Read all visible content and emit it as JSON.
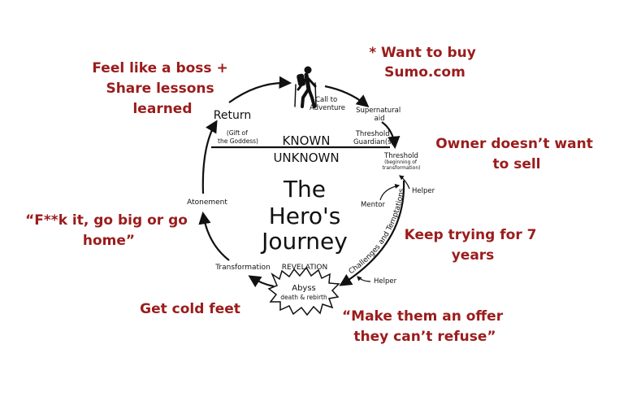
{
  "diagram": {
    "title_lines": [
      "The",
      "Hero's",
      "Journey"
    ],
    "known_label": "KNOWN",
    "unknown_label": "UNKNOWN",
    "stages": {
      "call_to_adventure": [
        "Call to",
        "Adventure"
      ],
      "supernatural_aid": [
        "Supernatural",
        "aid"
      ],
      "threshold_guardians": [
        "Threshold",
        "Guardian(s)"
      ],
      "threshold": "Threshold",
      "threshold_sub": [
        "(beginning of",
        "transformation)"
      ],
      "helper_upper": "Helper",
      "mentor": "Mentor",
      "challenges": "Challenges and Temptations",
      "helper_lower": "Helper",
      "revelation": "REVELATION",
      "abyss": "Abyss",
      "abyss_sub": "death & rebirth",
      "transformation": "Transformation",
      "atonement": "Atonement",
      "return": "Return",
      "gift": [
        "(Gift of",
        "the Goddess)"
      ]
    }
  },
  "annotations": {
    "want_to_buy": [
      "* Want to buy",
      "Sumo.com"
    ],
    "owner": [
      "Owner doesn’t want",
      "to sell"
    ],
    "keep_trying": [
      "Keep trying for 7",
      "years"
    ],
    "offer": [
      "“Make them an offer",
      "they can’t refuse”"
    ],
    "cold_feet": [
      "Get cold feet"
    ],
    "go_big": [
      "“F**k it, go big or go",
      "home”"
    ],
    "boss": [
      "Feel like a boss +",
      "Share lessons",
      "learned"
    ]
  },
  "colors": {
    "annotation": "#9b1c1c",
    "ink": "#111111"
  },
  "icons": {
    "hiker": "hiker-icon"
  }
}
